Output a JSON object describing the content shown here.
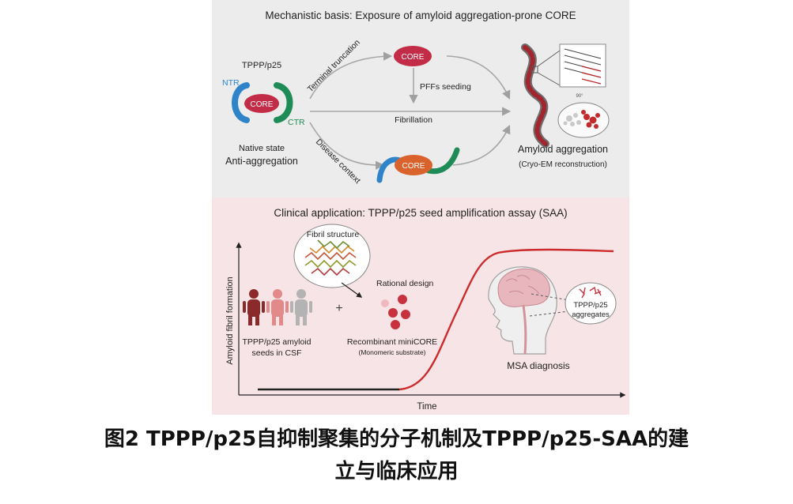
{
  "top_panel": {
    "title": "Mechanistic basis: Exposure of amyloid aggregation-prone CORE",
    "protein_label": "TPPP/p25",
    "ntr_label": "NTR",
    "ctr_label": "CTR",
    "core_label": "CORE",
    "native_state": "Native state",
    "anti_aggregation": "Anti-aggregation",
    "terminal_truncation": "Terminal truncation",
    "disease_context": "Disease context",
    "pffs_seeding": "PFFs seeding",
    "fibrillation": "Fibrillation",
    "rotation_label": "90°",
    "amyloid_aggregation": "Amyloid aggregation",
    "cryo_em": "(Cryo-EM reconstruction)"
  },
  "bottom_panel": {
    "title": "Clinical application: TPPP/p25 seed amplification assay (SAA)",
    "fibril_structure": "Fibril structure",
    "rational_design": "Rational design",
    "y_axis": "Amyloid fibril formation",
    "x_axis": "Time",
    "plus": "+",
    "seeds_line1": "TPPP/p25 amyloid",
    "seeds_line2": "seeds in CSF",
    "minicore_line1": "Recombinant miniCORE",
    "minicore_line2": "(Monomeric substrate)",
    "aggregates_line1": "TPPP/p25",
    "aggregates_line2": "aggregates",
    "msa_diagnosis": "MSA diagnosis"
  },
  "caption": {
    "line1": "图2  TPPP/p25自抑制聚集的分子机制及TPPP/p25-SAA的建",
    "line2": "立与临床应用"
  },
  "colors": {
    "top_bg": "#ececec",
    "bottom_bg": "#f7e4e7",
    "core_red": "#c22c46",
    "core_orange": "#d9622d",
    "ntr_blue": "#2f84c9",
    "ctr_green": "#1f8c57",
    "arrow_gray": "#a6a6a6",
    "curve_red": "#cc2b2b",
    "person_dark": "#8b2a2a",
    "person_pink": "#e28a8a",
    "person_gray": "#b3b3b3"
  },
  "icons": [
    "person-icon",
    "brain-head-icon",
    "fibril-icon",
    "protein-cluster-icon"
  ]
}
